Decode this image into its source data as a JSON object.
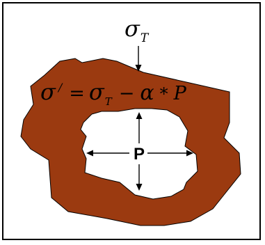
{
  "colors": {
    "rock": "#9b3a10",
    "pore": "#ffffff",
    "frame": "#000000",
    "arrow": "#000000"
  },
  "stress_label": {
    "symbol": "σ",
    "subscript": "T"
  },
  "equation": {
    "lhs_symbol": "σ",
    "lhs_prime": "/",
    "equals": "=",
    "rhs_symbol": "σ",
    "rhs_subscript": "T",
    "minus": "−",
    "alpha": "α",
    "times": "*",
    "pressure": "P"
  },
  "pore_pressure_label": "P"
}
